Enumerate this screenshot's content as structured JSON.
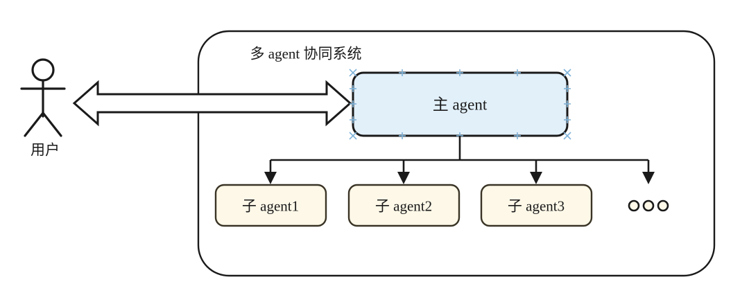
{
  "diagram": {
    "type": "architecture-block-diagram",
    "actor": {
      "icon": "stick-figure-actor-icon",
      "label": "用户"
    },
    "connection": {
      "icon": "bidirectional-block-arrow-icon",
      "direction": "bidirectional",
      "label": ""
    },
    "container": {
      "title": "多 agent 协同系统",
      "fill": "#ffffff",
      "stroke": "#1a1a1a"
    },
    "main_agent": {
      "label": "主 agent",
      "fill": "#e2f0fa",
      "stroke": "#1a1a1a",
      "selected": true,
      "handle_color": "#7fb3d9"
    },
    "children": [
      {
        "label": "子 agent1",
        "fill": "#fdf8e8",
        "stroke": "#3a3426"
      },
      {
        "label": "子 agent2",
        "fill": "#fdf8e8",
        "stroke": "#3a3426"
      },
      {
        "label": "子 agent3",
        "fill": "#fdf8e8",
        "stroke": "#3a3426"
      }
    ],
    "ellipsis": {
      "icon": "three-circles-ellipsis-icon",
      "label": "○○○",
      "count": 3
    }
  }
}
